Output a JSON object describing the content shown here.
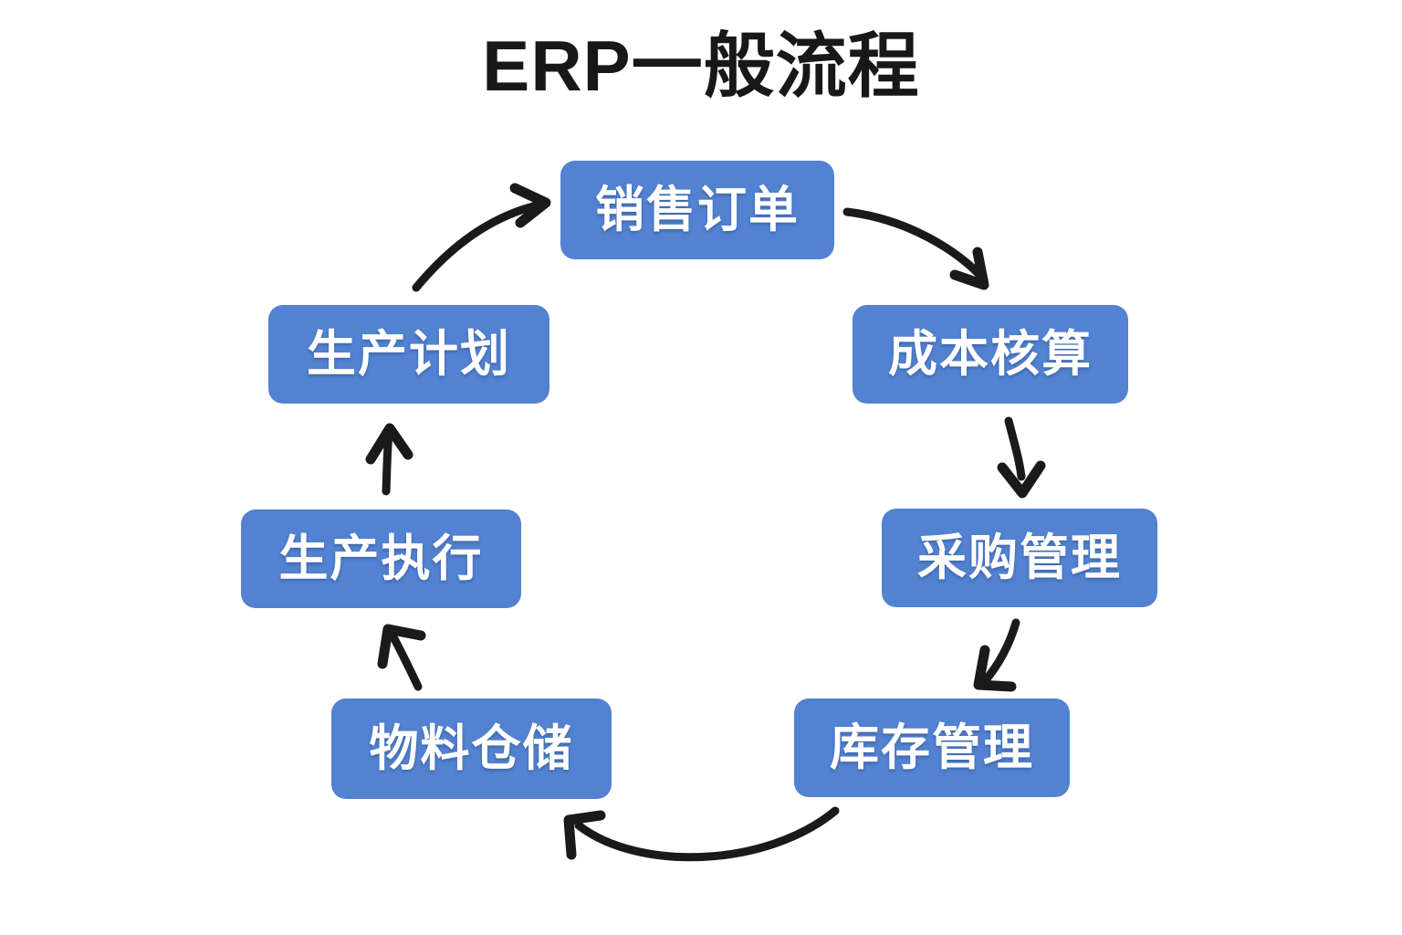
{
  "title": "ERP一般流程",
  "diagram": {
    "type": "cycle-flow",
    "accent_color": "#5282D1",
    "text_color": "#ffffff",
    "arrow_color": "#1a1a1a",
    "background_color": "#ffffff",
    "nodes": [
      {
        "id": "sales-order",
        "label": "销售订单",
        "position": "top"
      },
      {
        "id": "cost-accounting",
        "label": "成本核算",
        "position": "upper-right"
      },
      {
        "id": "procurement",
        "label": "采购管理",
        "position": "right"
      },
      {
        "id": "inventory-management",
        "label": "库存管理",
        "position": "lower-right"
      },
      {
        "id": "material-warehousing",
        "label": "物料仓储",
        "position": "lower-left"
      },
      {
        "id": "production-execution",
        "label": "生产执行",
        "position": "left"
      },
      {
        "id": "production-plan",
        "label": "生产计划",
        "position": "upper-left"
      }
    ],
    "arrows": [
      {
        "from": "sales-order",
        "to": "cost-accounting",
        "style": "curved"
      },
      {
        "from": "cost-accounting",
        "to": "procurement",
        "style": "straight"
      },
      {
        "from": "procurement",
        "to": "inventory-management",
        "style": "diagonal"
      },
      {
        "from": "inventory-management",
        "to": "material-warehousing",
        "style": "curved"
      },
      {
        "from": "material-warehousing",
        "to": "production-execution",
        "style": "diagonal"
      },
      {
        "from": "production-execution",
        "to": "production-plan",
        "style": "straight"
      },
      {
        "from": "production-plan",
        "to": "sales-order",
        "style": "curved"
      }
    ]
  }
}
